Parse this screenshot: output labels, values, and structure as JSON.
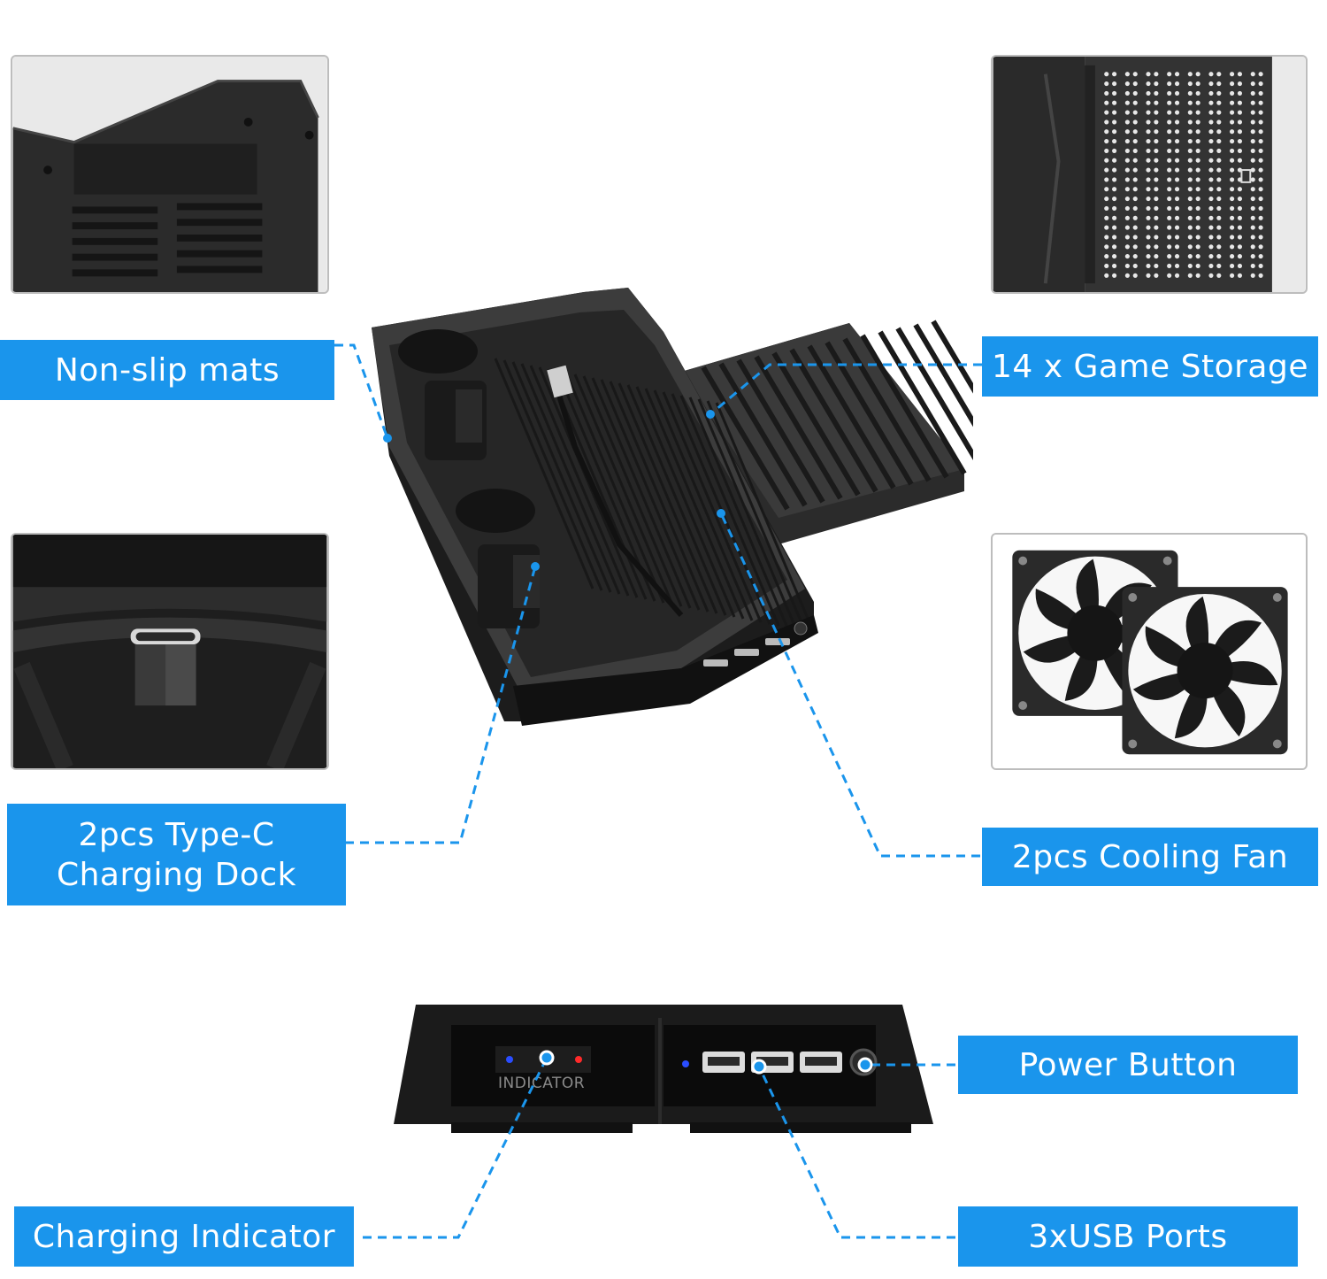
{
  "labels": {
    "non_slip": "Non-slip mats",
    "game_storage": "14 x Game Storage",
    "type_c_line1": "2pcs Type-C",
    "type_c_line2": "Charging Dock",
    "cooling_fan": "2pcs Cooling Fan",
    "power_button": "Power Button",
    "charging_indicator": "Charging Indicator",
    "usb_ports": "3xUSB Ports"
  },
  "panel_text": {
    "indicator": "INDICATOR"
  },
  "colors": {
    "accent": "#1a95ec",
    "label_text": "#ffffff",
    "frame_border": "#bdbdbd",
    "led_blue": "#2a4dff",
    "led_red": "#ff2a2a"
  },
  "icons": [
    "fan-icon",
    "usb-port-icon",
    "power-button-icon",
    "led-icon"
  ]
}
